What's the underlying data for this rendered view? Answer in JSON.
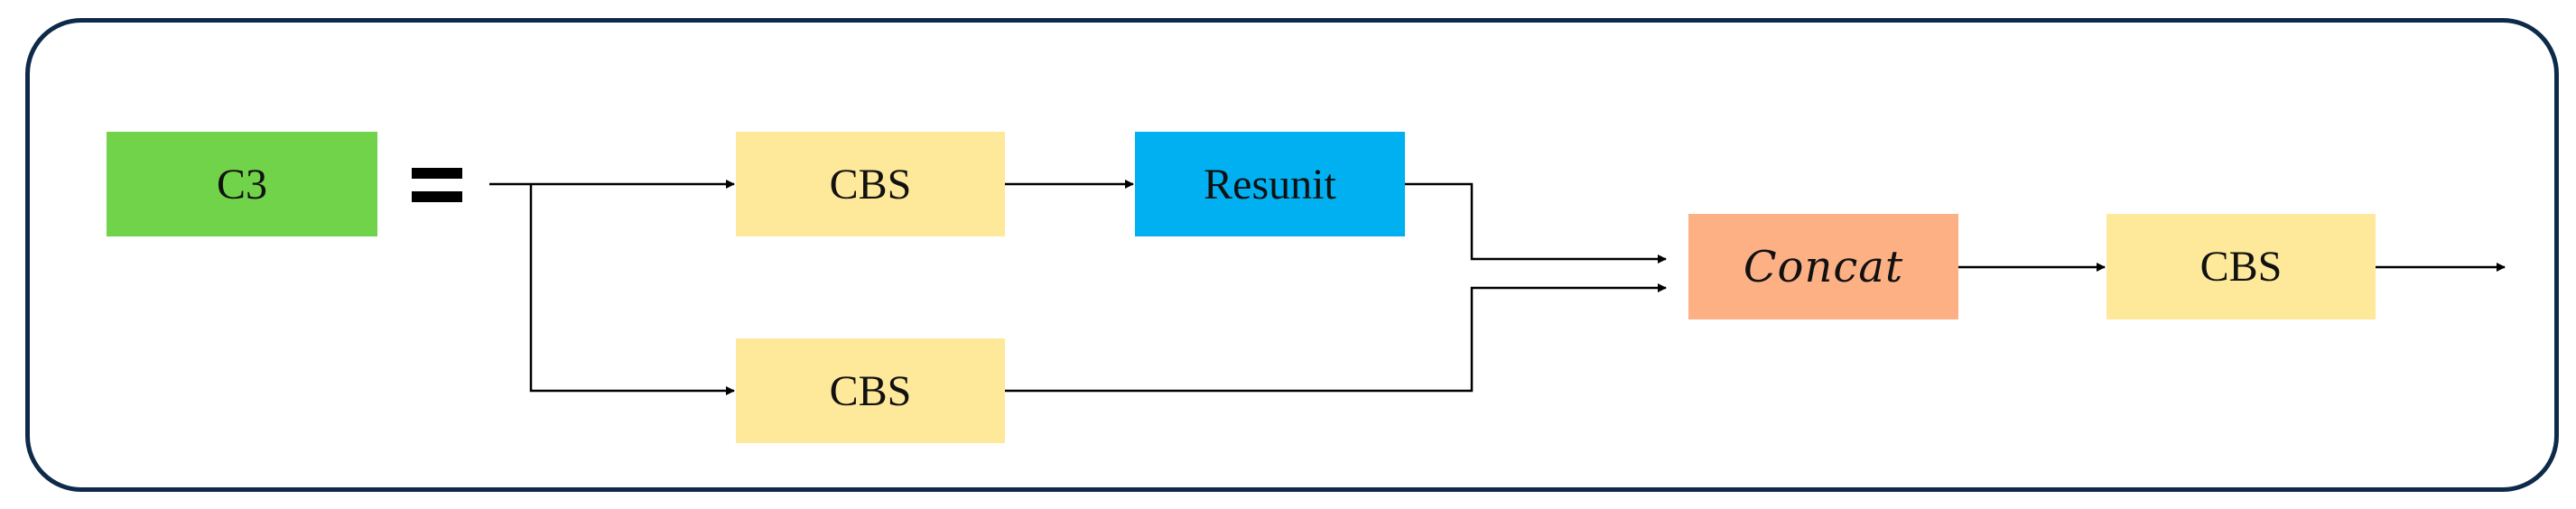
{
  "diagram": {
    "colors": {
      "frame": "#0d2a4a",
      "c3": "#70d349",
      "cbs": "#fee89a",
      "resunit": "#00b0f0",
      "concat": "#fcb084",
      "line": "#000000"
    },
    "nodes": {
      "c3": "C3",
      "cbs_top": "CBS",
      "resunit": "Resunit",
      "cbs_bottom": "CBS",
      "concat": "Concat",
      "cbs_out": "CBS"
    },
    "equals_sign": "="
  }
}
